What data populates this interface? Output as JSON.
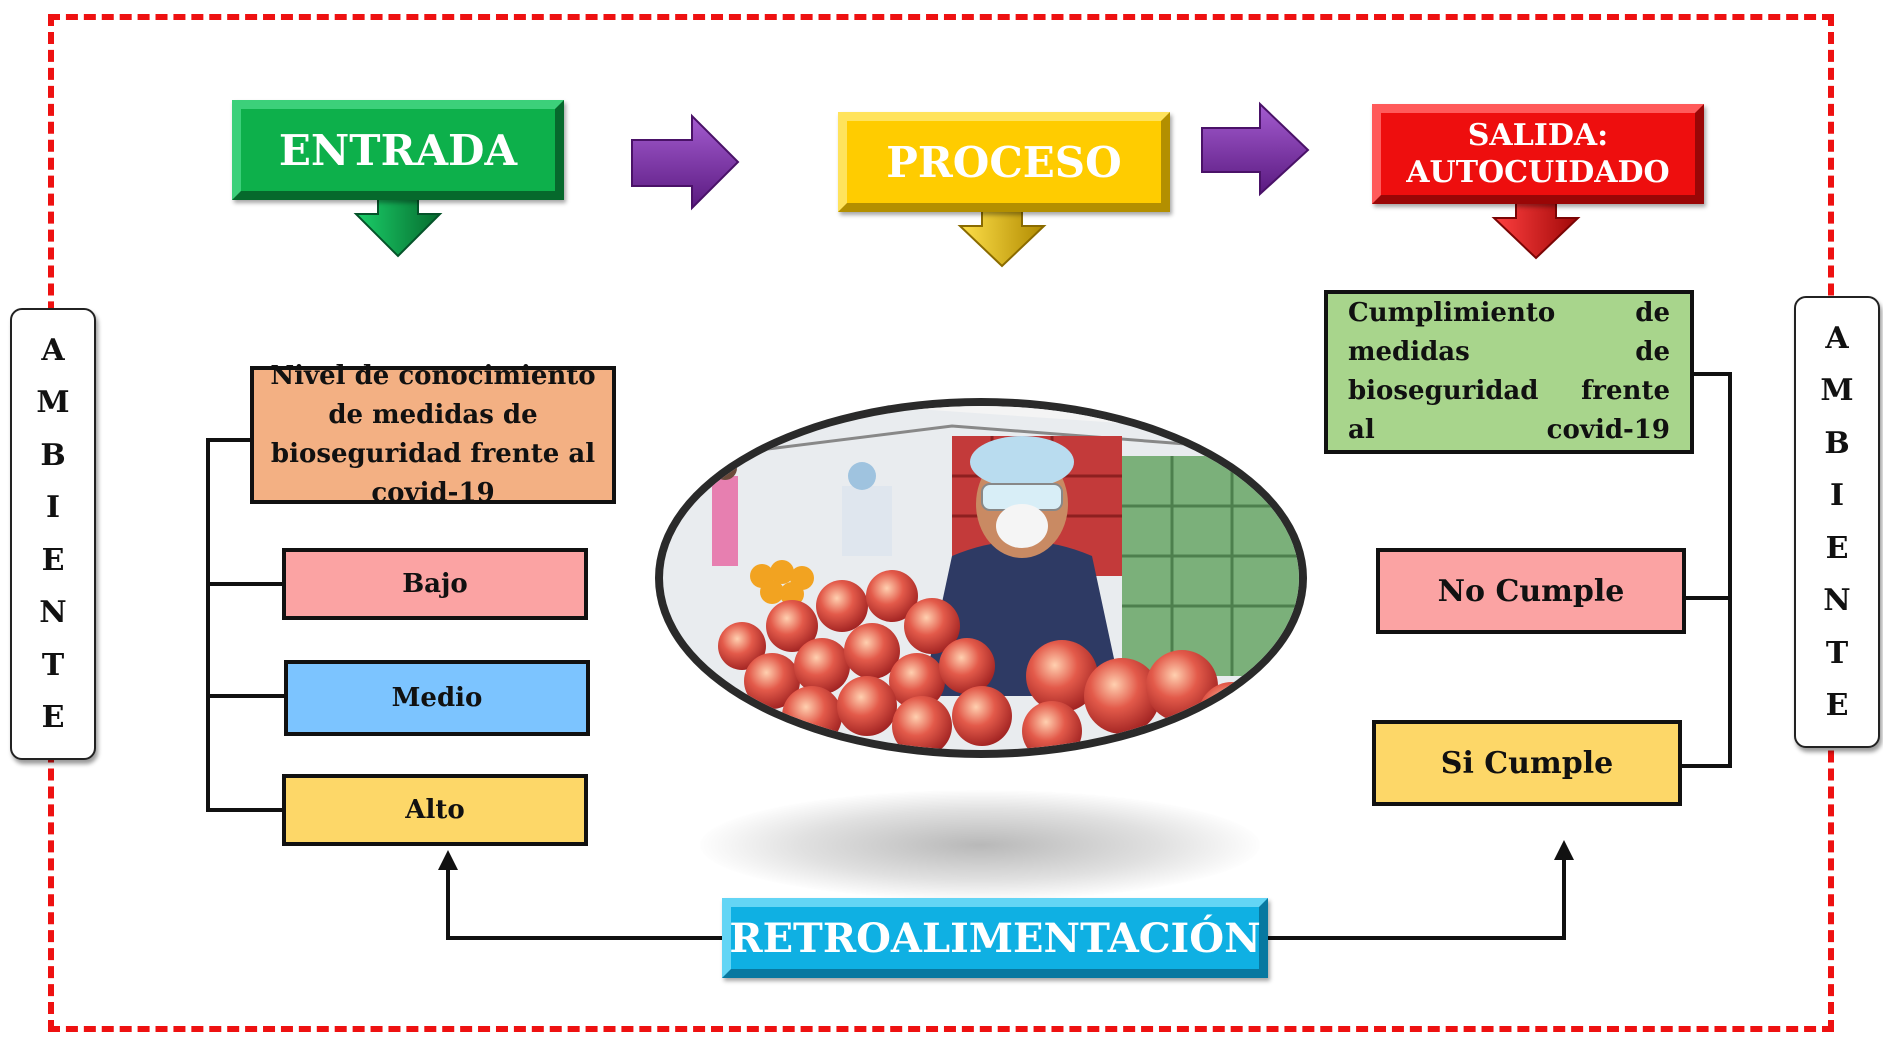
{
  "header": {
    "entrada": "ENTRADA",
    "proceso": "PROCESO",
    "salida_line1": "SALIDA:",
    "salida_line2": "AUTOCUIDADO"
  },
  "side_label": {
    "left": [
      "A",
      "M",
      "B",
      "I",
      "E",
      "N",
      "T",
      "E"
    ],
    "right": [
      "A",
      "M",
      "B",
      "I",
      "E",
      "N",
      "T",
      "E"
    ]
  },
  "input": {
    "variable": "Nivel de conocimiento de medidas de bioseguridad frente al covid-19",
    "levels": [
      "Bajo",
      "Medio",
      "Alto"
    ]
  },
  "output": {
    "variable": "Cumplimiento de medidas de bioseguridad frente al covid-19",
    "levels": [
      "No Cumple",
      "Si Cumple"
    ]
  },
  "feedback": "RETROALIMENTACIÓN",
  "colors": {
    "frame": "#ee1111",
    "entrada": "#0db04b",
    "proceso": "#ffcc00",
    "salida": "#ee0e0e",
    "arrow_between": "#7a2aa6",
    "retro": "#0fb0e3",
    "input_box": "#f3b083",
    "output_box": "#a8d58c",
    "bajo": "#fba3a3",
    "medio": "#7cc4ff",
    "alto": "#fdd768"
  },
  "image_subject": "market-worker-with-apples-photo"
}
